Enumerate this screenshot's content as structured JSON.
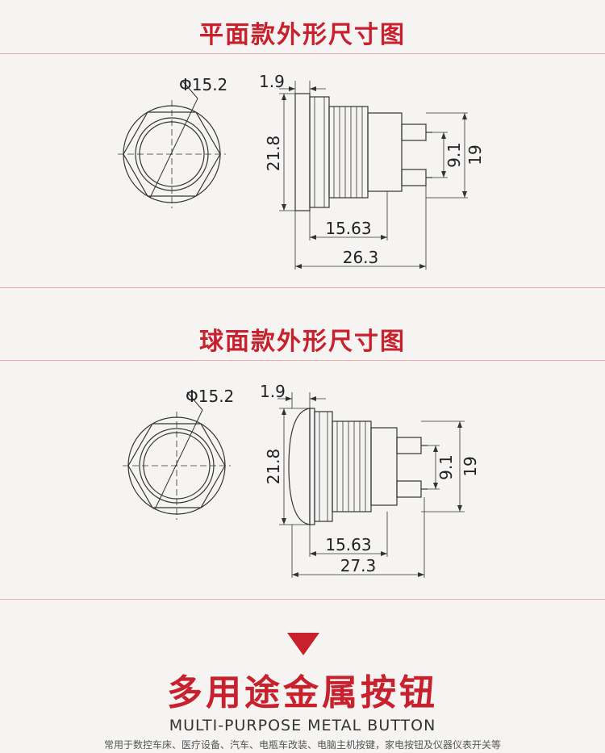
{
  "sections": [
    {
      "title": "平面款外形尺寸图",
      "dims": {
        "diameter": "Φ15.2",
        "flange": "1.9",
        "height": "21.8",
        "body": "15.63",
        "total": "26.3",
        "pitch": "9.1",
        "overall": "19"
      }
    },
    {
      "title": "球面款外形尺寸图",
      "dims": {
        "diameter": "Φ15.2",
        "flange": "1.9",
        "height": "21.8",
        "body": "15.63",
        "total": "27.3",
        "pitch": "9.1",
        "overall": "19"
      }
    }
  ],
  "footer": {
    "headline": "多用途金属按钮",
    "subheadline": "MULTI-PURPOSE METAL BUTTON",
    "caption": "常用于数控车床、医疗设备、汽车、电瓶车改装、电脑主机按键，家电按钮及仪器仪表开关等"
  },
  "colors": {
    "accent": "#c8202c",
    "line": "#333333"
  }
}
